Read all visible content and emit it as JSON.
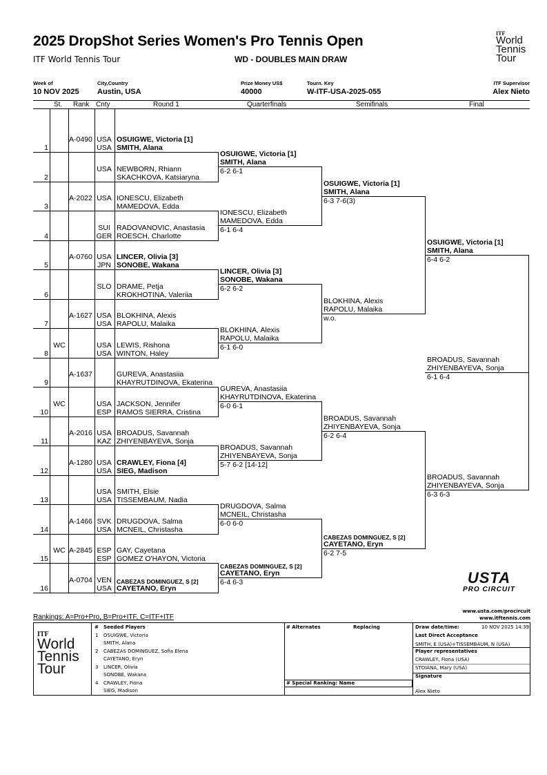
{
  "header": {
    "title": "2025 DropShot Series Women's Pro Tennis Open",
    "subtitle": "ITF World Tennis Tour",
    "draw_type": "WD - DOUBLES MAIN DRAW",
    "logo": [
      "ITF",
      "World",
      "Tennis",
      "Tour"
    ]
  },
  "info": {
    "week_label": "Week of",
    "week": "10 NOV 2025",
    "city_label": "City,Country",
    "city": "Austin, USA",
    "prize_label": "Prize Money US$",
    "prize": "40000",
    "key_label": "Tourn. Key",
    "key": "W-ITF-USA-2025-055",
    "supervisor_label": "ITF Supervisor",
    "supervisor": "Alex Nieto"
  },
  "columns": {
    "st": "St.",
    "rank": "Rank",
    "cnty": "Cnty",
    "r1": "Round 1",
    "qf": "Quarterfinals",
    "sf": "Semifinals",
    "final": "Final"
  },
  "draw": {
    "entries": [
      {
        "num": "1",
        "st": "",
        "rank": "A-0490",
        "cnty": [
          "USA",
          "USA"
        ],
        "players": [
          "OSUIGWE, Victoria [1]",
          "SMITH, Alana"
        ],
        "bold": true
      },
      {
        "num": "2",
        "st": "",
        "rank": "",
        "cnty": [
          "USA",
          ""
        ],
        "players": [
          "NEWBORN, Rhiann",
          "SKACHKOVA, Katsiaryna"
        ],
        "bold": false
      },
      {
        "num": "3",
        "st": "",
        "rank": "A-2022",
        "cnty": [
          "USA",
          ""
        ],
        "players": [
          "IONESCU, Elizabeth",
          "MAMEDOVA, Edda"
        ],
        "bold": false
      },
      {
        "num": "4",
        "st": "",
        "rank": "",
        "cnty": [
          "SUI",
          "GER"
        ],
        "players": [
          "RADOVANOVIC, Anastasia",
          "ROESCH, Charlotte"
        ],
        "bold": false
      },
      {
        "num": "5",
        "st": "",
        "rank": "A-0760",
        "cnty": [
          "USA",
          "JPN"
        ],
        "players": [
          "LINCER, Olivia [3]",
          "SONOBE, Wakana"
        ],
        "bold": true
      },
      {
        "num": "6",
        "st": "",
        "rank": "",
        "cnty": [
          "SLO",
          ""
        ],
        "players": [
          "DRAME, Petja",
          "KROKHOTINA, Valeriia"
        ],
        "bold": false
      },
      {
        "num": "7",
        "st": "",
        "rank": "A-1627",
        "cnty": [
          "USA",
          "USA"
        ],
        "players": [
          "BLOKHINA, Alexis",
          "RAPOLU, Malaika"
        ],
        "bold": false
      },
      {
        "num": "8",
        "st": "WC",
        "rank": "",
        "cnty": [
          "USA",
          "USA"
        ],
        "players": [
          "LEWIS, Rishona",
          "WINTON, Haley"
        ],
        "bold": false
      },
      {
        "num": "9",
        "st": "",
        "rank": "A-1637",
        "cnty": [
          "",
          ""
        ],
        "players": [
          "GUREVA, Anastasiia",
          "KHAYRUTDINOVA, Ekaterina"
        ],
        "bold": false
      },
      {
        "num": "10",
        "st": "WC",
        "rank": "",
        "cnty": [
          "USA",
          "ESP"
        ],
        "players": [
          "JACKSON, Jennifer",
          "RAMOS SIERRA, Cristina"
        ],
        "bold": false
      },
      {
        "num": "11",
        "st": "",
        "rank": "A-2016",
        "cnty": [
          "USA",
          "KAZ"
        ],
        "players": [
          "BROADUS, Savannah",
          "ZHIYENBAYEVA, Sonja"
        ],
        "bold": false
      },
      {
        "num": "12",
        "st": "",
        "rank": "A-1280",
        "cnty": [
          "USA",
          "USA"
        ],
        "players": [
          "CRAWLEY, Fiona [4]",
          "SIEG, Madison"
        ],
        "bold": true
      },
      {
        "num": "13",
        "st": "",
        "rank": "",
        "cnty": [
          "USA",
          "USA"
        ],
        "players": [
          "SMITH, Elsie",
          "TISSEMBAUM, Nadia"
        ],
        "bold": false
      },
      {
        "num": "14",
        "st": "",
        "rank": "A-1466",
        "cnty": [
          "SVK",
          "USA"
        ],
        "players": [
          "DRUGDOVA, Salma",
          "MCNEIL, Christasha"
        ],
        "bold": false
      },
      {
        "num": "15",
        "st": "WC",
        "rank": "A-2845",
        "cnty": [
          "ESP",
          "ESP"
        ],
        "players": [
          "GAY, Cayetana",
          "GOMEZ O'HAYON, Victoria"
        ],
        "bold": false
      },
      {
        "num": "16",
        "st": "",
        "rank": "A-0704",
        "cnty": [
          "VEN",
          "USA"
        ],
        "players": [
          "CABEZAS DOMINGUEZ, S [2]",
          "CAYETANO, Eryn"
        ],
        "bold": true,
        "small_first": true
      }
    ],
    "qf": [
      {
        "players": [
          "OSUIGWE, Victoria [1]",
          "SMITH, Alana"
        ],
        "score": "6-2 6-1",
        "bold": true
      },
      {
        "players": [
          "IONESCU, Elizabeth",
          "MAMEDOVA, Edda"
        ],
        "score": "6-1 6-4",
        "bold": false
      },
      {
        "players": [
          "LINCER, Olivia [3]",
          "SONOBE, Wakana"
        ],
        "score": "6-2 6-2",
        "bold": true
      },
      {
        "players": [
          "BLOKHINA, Alexis",
          "RAPOLU, Malaika"
        ],
        "score": "6-1 6-0",
        "bold": false
      },
      {
        "players": [
          "GUREVA, Anastasiia",
          "KHAYRUTDINOVA, Ekaterina"
        ],
        "score": "6-0 6-1",
        "bold": false
      },
      {
        "players": [
          "BROADUS, Savannah",
          "ZHIYENBAYEVA, Sonja"
        ],
        "score": "5-7 6-2 [14-12]",
        "bold": false
      },
      {
        "players": [
          "DRUGDOVA, Salma",
          "MCNEIL, Christasha"
        ],
        "score": "6-0 6-0",
        "bold": false
      },
      {
        "players": [
          "CABEZAS DOMINGUEZ, S [2]",
          "CAYETANO, Eryn"
        ],
        "score": "6-4 6-3",
        "bold": true,
        "small_first": true
      }
    ],
    "sf": [
      {
        "players": [
          "OSUIGWE, Victoria [1]",
          "SMITH, Alana"
        ],
        "score": "6-3 7-6(3)",
        "bold": true
      },
      {
        "players": [
          "BLOKHINA, Alexis",
          "RAPOLU, Malaika"
        ],
        "score": "w.o.",
        "bold": false
      },
      {
        "players": [
          "BROADUS, Savannah",
          "ZHIYENBAYEVA, Sonja"
        ],
        "score": "6-2 6-4",
        "bold": false
      },
      {
        "players": [
          "CABEZAS DOMINGUEZ, S [2]",
          "CAYETANO, Eryn"
        ],
        "score": "6-2 7-5",
        "bold": true,
        "small_first": true
      }
    ],
    "final": [
      {
        "players": [
          "OSUIGWE, Victoria [1]",
          "SMITH, Alana"
        ],
        "score": "6-4 6-2",
        "bold": true
      },
      {
        "players": [
          "BROADUS, Savannah",
          "ZHIYENBAYEVA, Sonja"
        ],
        "score": "6-3 6-3",
        "bold": false
      }
    ],
    "winner": [
      {
        "players": [
          "BROADUS, Savannah",
          "ZHIYENBAYEVA, Sonja"
        ],
        "score": "6-1 6-4",
        "bold": false
      }
    ]
  },
  "sponsor": {
    "logo_line1": "USTA",
    "logo_line2": "PRO CIRCUIT",
    "url1": "www.usta.com/procircuit",
    "url2": "www.itftennis.com"
  },
  "footer": {
    "rankings_note": "Rankings: A=Pro+Pro, B=Pro+ITF, C=ITF+ITF",
    "seeded_header_num": "#",
    "seeded_header": "Seeded Players",
    "seeds": [
      {
        "num": "1",
        "players": [
          "OSUIGWE, Victoria",
          "SMITH, Alana"
        ]
      },
      {
        "num": "2",
        "players": [
          "CABEZAS DOMINGUEZ, Sofia Elena",
          "CAYETANO, Eryn"
        ]
      },
      {
        "num": "3",
        "players": [
          "LINCER, Olivia",
          "SONOBE, Wakana"
        ]
      },
      {
        "num": "4",
        "players": [
          "CRAWLEY, Fiona",
          "SIEG, Madison"
        ]
      }
    ],
    "alternates_header": "# Alternates",
    "replacing_header": "Replacing",
    "special_ranking_header": "#  Special Ranking: Name",
    "draw_date_label": "Draw date/time:",
    "draw_date": "10 NOV 2025 14:39",
    "lda_label": "Last Direct Acceptance",
    "lda": "SMITH, E (USA)+TISSEMBAUM, N (USA)",
    "reps_label": "Player representatives",
    "reps": [
      "CRAWLEY, Fiona (USA)",
      "STOIANA, Mary (USA)"
    ],
    "signature_label": "Signature",
    "signature": "Alex Nieto"
  }
}
